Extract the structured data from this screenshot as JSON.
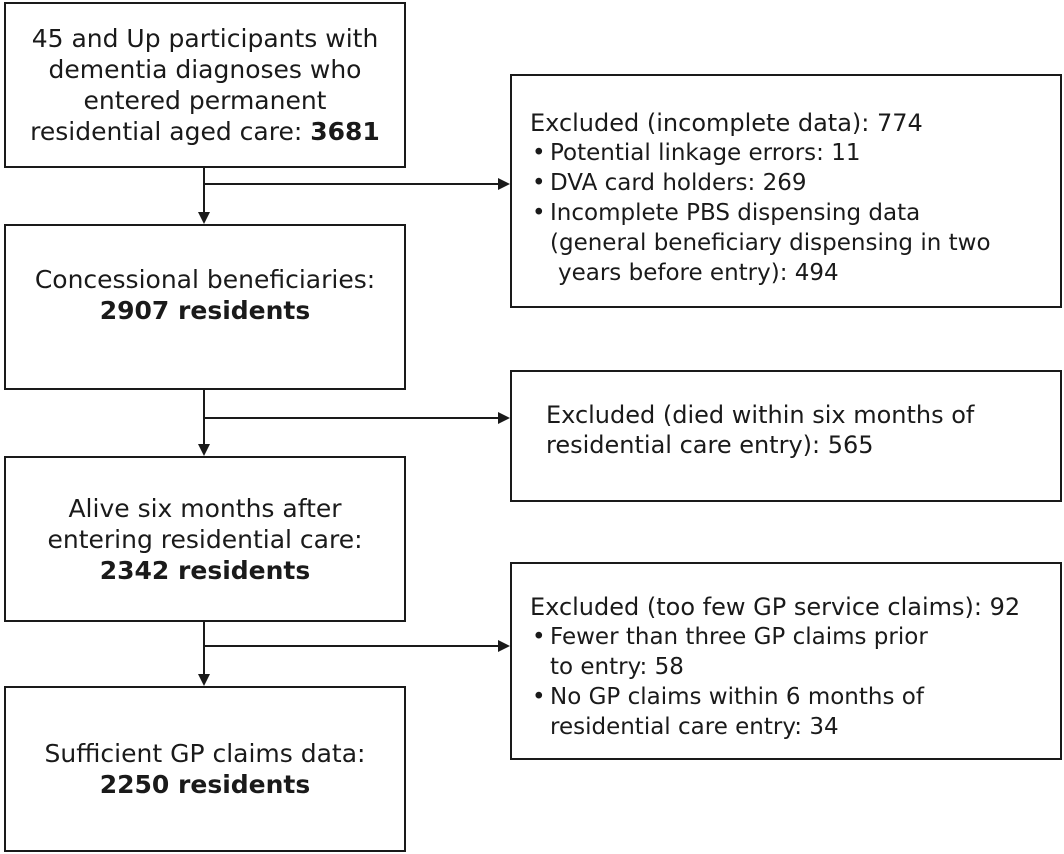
{
  "boxes": {
    "start": {
      "line1": "45 and Up participants with",
      "line2": "dementia diagnoses who",
      "line3": "entered permanent",
      "line4_text": "residential aged care: ",
      "line4_bold": "3681"
    },
    "concessional": {
      "label": "Concessional beneficiaries:",
      "count": "2907 residents"
    },
    "alive": {
      "line1": "Alive six months after",
      "line2": "entering residential care:",
      "count": "2342 residents"
    },
    "sufficient": {
      "label": "Sufficient GP claims data:",
      "count": "2250 residents"
    }
  },
  "exclusions": {
    "incomplete": {
      "head": "Excluded (incomplete data): 774",
      "items": [
        {
          "line1": "Potential linkage errors: 11"
        },
        {
          "line1": "DVA card holders: 269"
        },
        {
          "line1": "Incomplete PBS dispensing data",
          "line2": "(general beneficiary dispensing in two",
          "line3": "years before entry): 494"
        }
      ]
    },
    "died": {
      "line1": "Excluded (died within six months of",
      "line2": "residential care entry): 565"
    },
    "gp": {
      "head": "Excluded (too few GP service claims): 92",
      "items": [
        {
          "line1": "Fewer than three GP claims prior",
          "line2": "to entry: 58"
        },
        {
          "line1": "No GP claims within 6 months of",
          "line2": "residential care entry: 34"
        }
      ]
    }
  }
}
